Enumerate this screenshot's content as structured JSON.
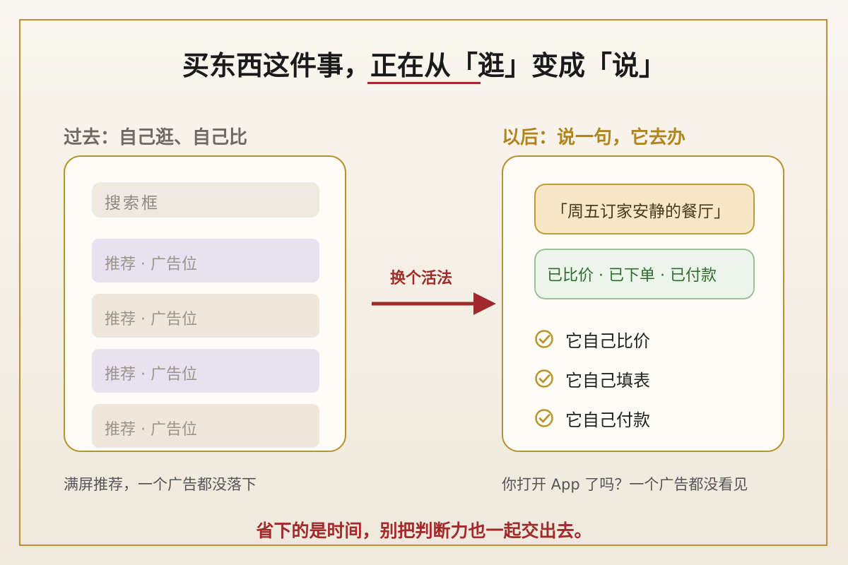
{
  "title": {
    "part1": "买东西这件事，",
    "part2": "正在从「逛」变成「说」"
  },
  "left": {
    "heading": "过去：自己逛、自己比",
    "search_label": "搜索框",
    "items": [
      "推荐 · 广告位",
      "推荐 · 广告位",
      "推荐 · 广告位",
      "推荐 · 广告位"
    ],
    "caption": "满屏推荐，一个广告都没落下"
  },
  "arrow": {
    "label": "换个活法"
  },
  "right": {
    "heading": "以后：说一句，它去办",
    "request": "「周五订家安静的餐厅」",
    "status": "已比价 · 已下单 · 已付款",
    "checks": [
      "它自己比价",
      "它自己填表",
      "它自己付款"
    ],
    "caption": "你打开 App 了吗？一个广告都没看见"
  },
  "footer": "省下的是时间，别把判断力也一起交出去。",
  "colors": {
    "accent_red": "#a32a2a",
    "gold": "#b8932e",
    "purple_block": "#e8e1f0",
    "beige_block": "#efe7dc",
    "green_status": "#2f6b2f"
  }
}
